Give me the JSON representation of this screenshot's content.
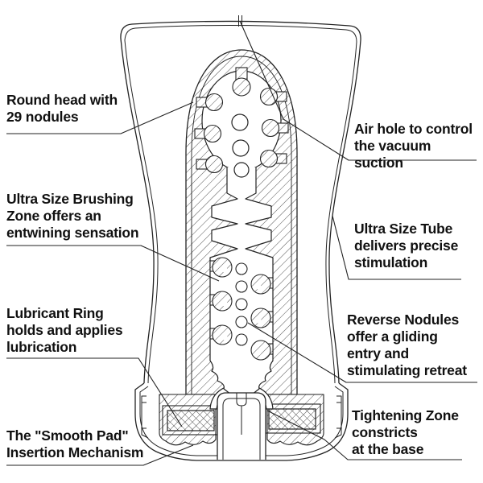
{
  "colors": {
    "background": "#ffffff",
    "line": "#222222",
    "hatch": "#3f3f3f",
    "text": "#111111"
  },
  "labels": {
    "round_head": {
      "text": "Round head with\n29 nodules"
    },
    "air_hole": {
      "text": "Air hole to control\nthe vacuum suction"
    },
    "brushing_zone": {
      "text": "Ultra Size Brushing\nZone offers an\nentwining sensation"
    },
    "ultra_size_tube": {
      "text": "Ultra Size Tube\ndelivers precise\nstimulation"
    },
    "lubricant_ring": {
      "text": "Lubricant Ring\nholds and applies\nlubrication"
    },
    "reverse_nodules": {
      "text": "Reverse Nodules\noffer a gliding\nentry and\nstimulating retreat"
    },
    "smooth_pad": {
      "text": "The \"Smooth Pad\"\nInsertion Mechanism"
    },
    "tightening_zone": {
      "text": "Tightening Zone\nconstricts\nat the base"
    }
  }
}
